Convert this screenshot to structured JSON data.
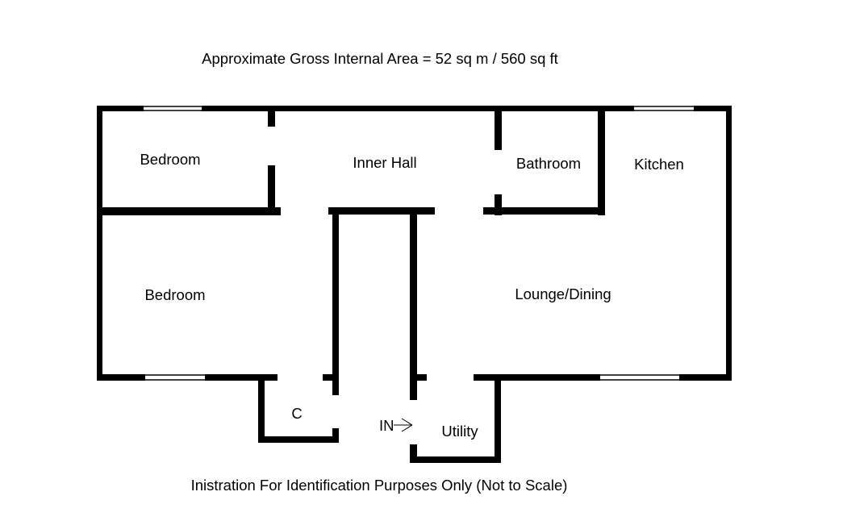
{
  "plan": {
    "title": "Approximate Gross Internal Area = 52 sq m / 560 sq ft",
    "footer": "Inistration For Identification Purposes Only (Not to Scale)",
    "rooms": {
      "bedroom_top": "Bedroom",
      "inner_hall": "Inner Hall",
      "bathroom": "Bathroom",
      "kitchen": "Kitchen",
      "bedroom_main": "Bedroom",
      "lounge_dining": "Lounge/Dining",
      "cupboard": "C",
      "utility": "Utility"
    },
    "entrance": "IN",
    "colors": {
      "wall": "#000000",
      "background": "#ffffff"
    }
  }
}
